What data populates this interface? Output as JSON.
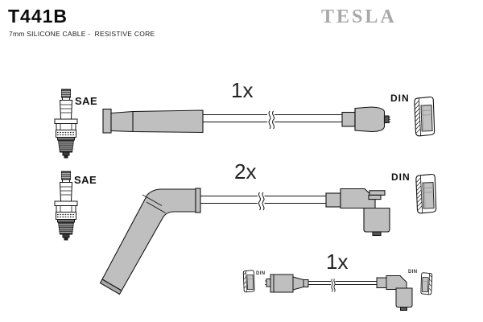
{
  "header": {
    "product_code": "T441B",
    "subtitle": "7mm SILICONE CABLE -  RESISTIVE CORE",
    "brand": "TESLA"
  },
  "rows": [
    {
      "quantity": "1x",
      "plug_label": "SAE",
      "connector_label": "DIN"
    },
    {
      "quantity": "2x",
      "plug_label": "SAE",
      "connector_label": "DIN"
    },
    {
      "quantity": "1x",
      "connector_label_left": "DIN",
      "connector_label_right": "DIN"
    }
  ],
  "colors": {
    "boot_gray": "#bfbfbf",
    "outline": "#141414",
    "brand_gray": "#a8a8a8",
    "text": "#0d0d0d",
    "background": "#ffffff"
  },
  "icons": {
    "spark_plug": "spark-plug-icon",
    "din_connector": "din-connector-icon",
    "cable_break": "break-symbol-icon"
  }
}
